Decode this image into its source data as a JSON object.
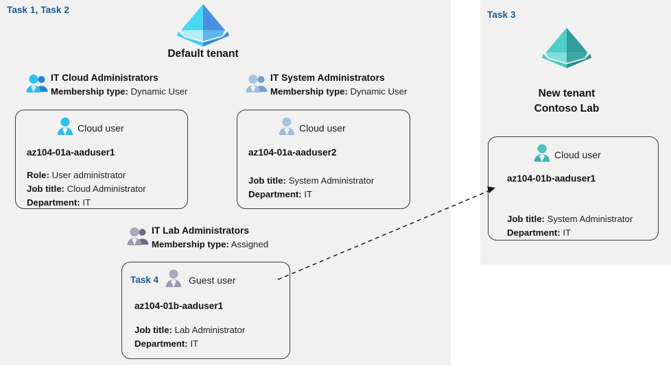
{
  "colors": {
    "panel_bg": "#f1f1f1",
    "page_bg": "#ffffff",
    "task_label": "#1b5a96",
    "card_border": "#3a3a3a",
    "text": "#111111",
    "tenant_blue": "#35b6f1",
    "tenant_teal": "#49bdb8",
    "icon_cyan": "#29c3f0",
    "icon_muted_blue": "#9dbbdc",
    "icon_grey": "#9a9aa8"
  },
  "left_panel": {
    "task_label": "Task 1, Task 2",
    "tenant": {
      "icon": "azure-tenant-icon",
      "title": "Default tenant"
    },
    "groups": [
      {
        "icon": "group-users-icon",
        "name": "IT Cloud Administrators",
        "membership_label": "Membership type:",
        "membership_value": "Dynamic User"
      },
      {
        "icon": "group-users-icon",
        "name": "IT System Administrators",
        "membership_label": "Membership type:",
        "membership_value": "Dynamic User"
      },
      {
        "icon": "group-users-icon",
        "name": "IT Lab Administrators",
        "membership_label": "Membership type:",
        "membership_value": "Assigned"
      }
    ],
    "cards": [
      {
        "task_tag": "",
        "user_icon": "cloud-user-icon",
        "user_type": "Cloud user",
        "name": "az104-01a-aaduser1",
        "props": [
          {
            "label": "Role:",
            "value": "User administrator"
          },
          {
            "label": "Job title:",
            "value": "Cloud Administrator"
          },
          {
            "label": "Department:",
            "value": "IT"
          }
        ]
      },
      {
        "task_tag": "",
        "user_icon": "cloud-user-icon",
        "user_type": "Cloud user",
        "name": "az104-01a-aaduser2",
        "props": [
          {
            "label": "Job title:",
            "value": "System Administrator"
          },
          {
            "label": "Department:",
            "value": "IT"
          }
        ]
      },
      {
        "task_tag": "Task 4",
        "user_icon": "guest-user-icon",
        "user_type": "Guest user",
        "name": "az104-01b-aaduser1",
        "props": [
          {
            "label": "Job title:",
            "value": "Lab Administrator"
          },
          {
            "label": "Department:",
            "value": "IT"
          }
        ]
      }
    ]
  },
  "right_panel": {
    "task_label": "Task 3",
    "tenant": {
      "icon": "azure-tenant-icon",
      "title_line1": "New  tenant",
      "title_line2": "Contoso Lab"
    },
    "card": {
      "user_icon": "cloud-user-icon",
      "user_type": "Cloud user",
      "name": "az104-01b-aaduser1",
      "props": [
        {
          "label": "Job title:",
          "value": "System Administrator"
        },
        {
          "label": "Department:",
          "value": "IT"
        }
      ]
    }
  },
  "connector": {
    "name": "guest-user-invite-arrow",
    "style": "dashed-arrow"
  }
}
